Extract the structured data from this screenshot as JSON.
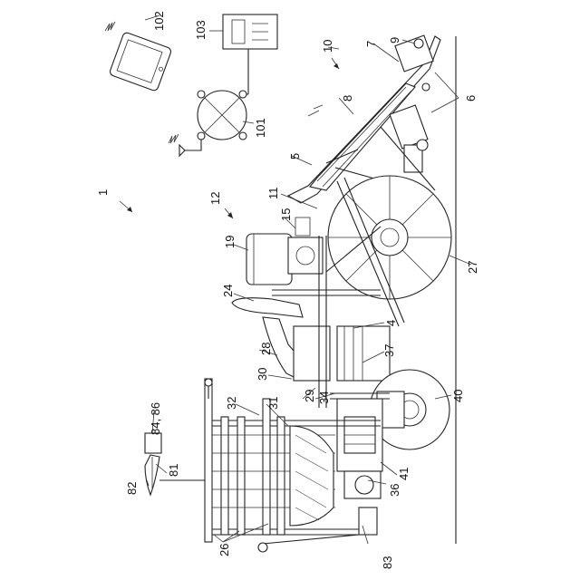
{
  "refs": [
    {
      "id": "r1",
      "text": "1"
    },
    {
      "id": "r4",
      "text": "4"
    },
    {
      "id": "r5",
      "text": "5"
    },
    {
      "id": "r6",
      "text": "6"
    },
    {
      "id": "r7",
      "text": "7"
    },
    {
      "id": "r8",
      "text": "8"
    },
    {
      "id": "r9",
      "text": "9"
    },
    {
      "id": "r10",
      "text": "10"
    },
    {
      "id": "r11",
      "text": "11"
    },
    {
      "id": "r12",
      "text": "12"
    },
    {
      "id": "r15",
      "text": "15"
    },
    {
      "id": "r19",
      "text": "19"
    },
    {
      "id": "r24",
      "text": "24"
    },
    {
      "id": "r26",
      "text": "26"
    },
    {
      "id": "r27",
      "text": "27"
    },
    {
      "id": "r28",
      "text": "28"
    },
    {
      "id": "r29",
      "text": "29"
    },
    {
      "id": "r30",
      "text": "30"
    },
    {
      "id": "r31",
      "text": "31"
    },
    {
      "id": "r32",
      "text": "32"
    },
    {
      "id": "r34",
      "text": "34"
    },
    {
      "id": "r36",
      "text": "36"
    },
    {
      "id": "r37",
      "text": "37"
    },
    {
      "id": "r40",
      "text": "40"
    },
    {
      "id": "r41",
      "text": "41"
    },
    {
      "id": "r81",
      "text": "81"
    },
    {
      "id": "r82",
      "text": "82"
    },
    {
      "id": "r83",
      "text": "83"
    },
    {
      "id": "r8486",
      "text": "84, 86"
    },
    {
      "id": "r101",
      "text": "101"
    },
    {
      "id": "r102",
      "text": "102"
    },
    {
      "id": "r103",
      "text": "103"
    }
  ]
}
